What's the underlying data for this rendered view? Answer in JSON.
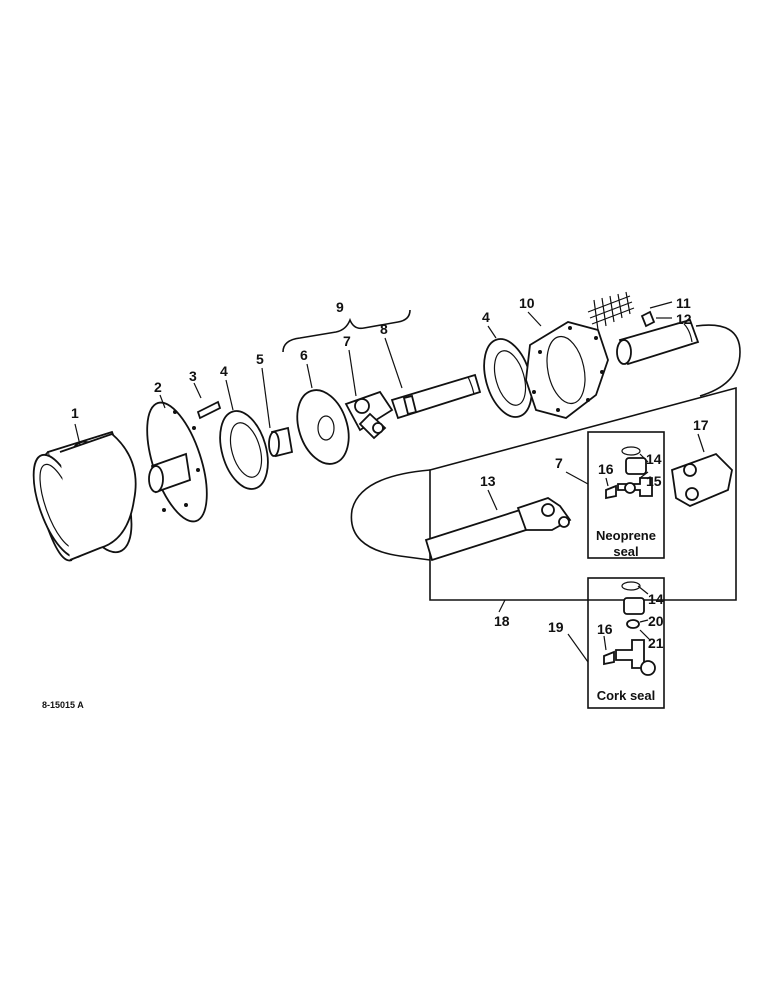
{
  "drawing_code": "8-15015 A",
  "labels": [
    "1",
    "2",
    "3",
    "4",
    "5",
    "6",
    "7",
    "8",
    "9",
    "4",
    "10",
    "11",
    "12",
    "13",
    "7",
    "16",
    "14",
    "15",
    "17",
    "18",
    "19",
    "16",
    "14",
    "20",
    "21"
  ],
  "captions": {
    "neoprene_line1": "Neoprene",
    "neoprene_line2": "seal",
    "cork": "Cork seal"
  }
}
